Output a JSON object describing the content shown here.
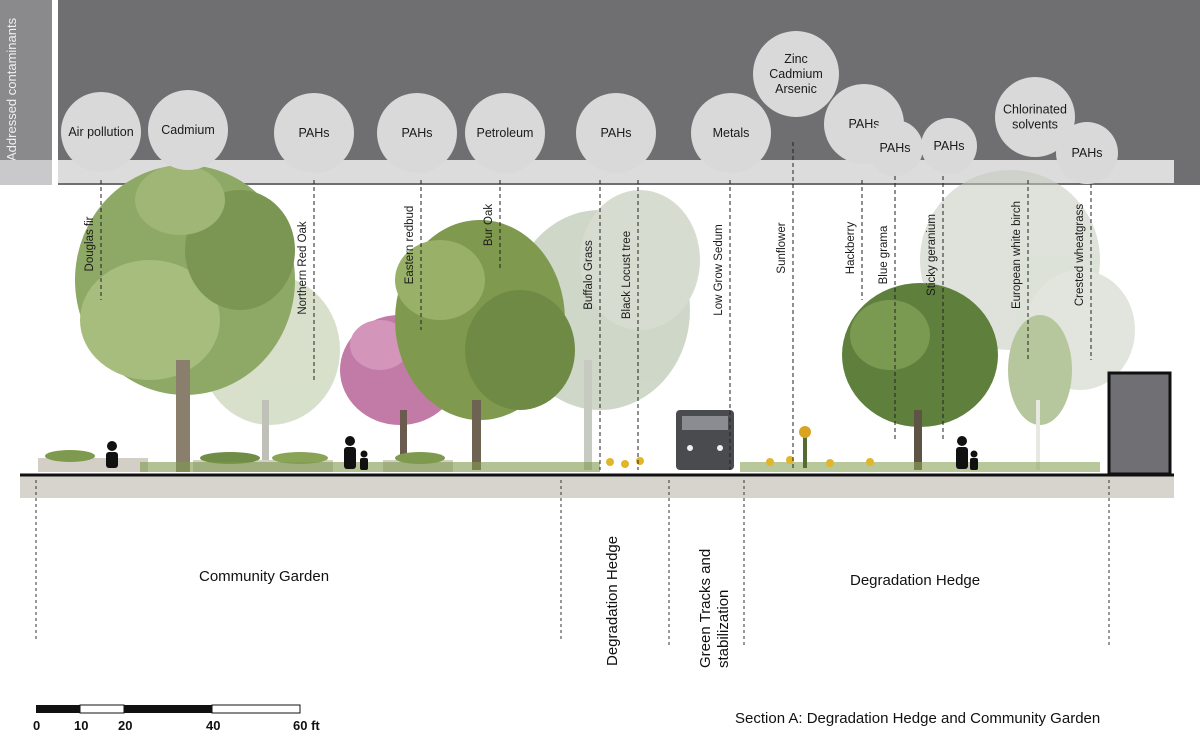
{
  "side_label": "Addressed contaminants",
  "contaminants": [
    {
      "label": "Air pollution",
      "lines": [
        "Air pollution"
      ]
    },
    {
      "label": "Cadmium",
      "lines": [
        "Cadmium"
      ]
    },
    {
      "label": "PAHs",
      "lines": [
        "PAHs"
      ]
    },
    {
      "label": "PAHs",
      "lines": [
        "PAHs"
      ]
    },
    {
      "label": "Petroleum",
      "lines": [
        "Petroleum"
      ]
    },
    {
      "label": "PAHs",
      "lines": [
        "PAHs"
      ]
    },
    {
      "label": "Metals",
      "lines": [
        "Metals"
      ]
    },
    {
      "label": "Zinc Cadmium Arsenic",
      "lines": [
        "Zinc",
        "Cadmium",
        "Arsenic"
      ]
    },
    {
      "label": "PAHs",
      "lines": [
        "PAHs"
      ]
    },
    {
      "label": "PAHs",
      "lines": [
        "PAHs"
      ]
    },
    {
      "label": "PAHs",
      "lines": [
        "PAHs"
      ]
    },
    {
      "label": "Chlorinated solvents",
      "lines": [
        "Chlorinated",
        "solvents"
      ]
    },
    {
      "label": "PAHs",
      "lines": [
        "PAHs"
      ]
    }
  ],
  "plants": [
    "Douglas fir",
    "Northern Red Oak",
    "Eastern redbud",
    "Bur Oak",
    "Buffalo Grass",
    "Black Locust tree",
    "Low Grow Sedum",
    "Sunflower",
    "Hackberry",
    "Blue grama",
    "Sticky geranium",
    "European white birch",
    "Crested wheatgrass"
  ],
  "zones": {
    "community_garden": "Community Garden",
    "degradation_hedge_narrow": "Degradation Hedge",
    "green_tracks": [
      "Green Tracks and",
      "stabilization"
    ],
    "degradation_hedge": "Degradation Hedge"
  },
  "scale": {
    "ticks": [
      "0",
      "10",
      "20",
      "40",
      "60 ft"
    ]
  },
  "caption": "Section A: Degradation Hedge and Community Garden",
  "colors": {
    "top_band": "#6f6f72",
    "bubble_fill": "#d9d9da",
    "tree_green": "#7e9a4e",
    "redbud_pink": "#c27aa6",
    "ground": "#3a3a3a"
  }
}
